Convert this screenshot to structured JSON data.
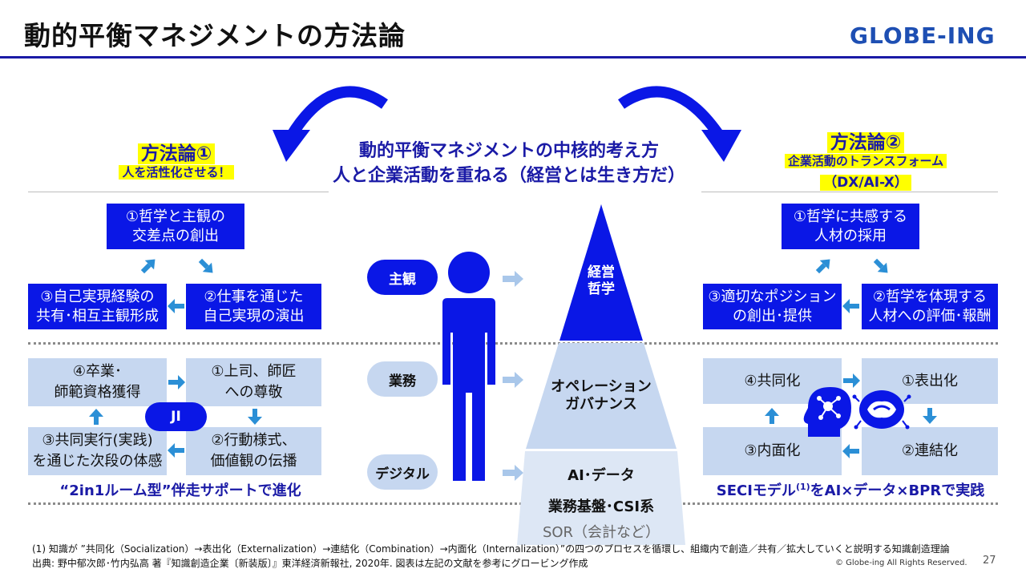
{
  "header": {
    "title": "動的平衡マネジメントの方法論",
    "logo": "GLOBE-ING"
  },
  "center": {
    "heading_line1": "動的平衡マネジメントの中核的考え方",
    "heading_line2": "人と企業活動を重ねる（経営とは生き方だ）",
    "levels": [
      "主観",
      "業務",
      "デジタル"
    ],
    "pyramid_top": [
      "経営",
      "哲学"
    ],
    "pyramid_mid": [
      "オペレーション",
      "ガバナンス"
    ],
    "pyramid_bottom": [
      "AI･データ",
      "業務基盤･CSI系",
      "SOR（会計など）"
    ]
  },
  "left": {
    "title": "方法論①",
    "subtitle": "人を活性化させる！",
    "top_boxes": [
      {
        "line1": "①哲学と主観の",
        "line2": "交差点の創出"
      },
      {
        "line1": "②仕事を通じた",
        "line2": "自己実現の演出"
      },
      {
        "line1": "③自己実現経験の",
        "line2": "共有･相互主観形成"
      }
    ],
    "bottom_boxes": [
      {
        "line1": "④卒業･",
        "line2": "師範資格獲得"
      },
      {
        "line1": "①上司、師匠",
        "line2": "への尊敬"
      },
      {
        "line1": "②行動様式、",
        "line2": "価値観の伝播"
      },
      {
        "line1": "③共同実行(実践)",
        "line2": "を通じた次段の体感"
      }
    ],
    "center_pill": "JI",
    "caption": "“2in1ルーム型”伴走サポートで進化"
  },
  "right": {
    "title": "方法論②",
    "subtitle_line1": "企業活動のトランスフォーム",
    "subtitle_line2": "（DX/AI-X）",
    "top_boxes": [
      {
        "line1": "①哲学に共感する",
        "line2": "人材の採用"
      },
      {
        "line1": "②哲学を体現する",
        "line2": "人材への評価･報酬"
      },
      {
        "line1": "③適切なポジション",
        "line2": "の創出･提供"
      }
    ],
    "bottom_boxes": [
      "④共同化",
      "①表出化",
      "②連結化",
      "③内面化"
    ],
    "caption_pre": "SECIモデル",
    "caption_sup": "(1)",
    "caption_post": "をAI×データ×BPRで実践"
  },
  "footer": {
    "note1": "(1) 知識が ”共同化（Socialization）→表出化（Externalization）→連結化（Combination）→内面化（Internalization）”の四つのプロセスを循環し、組織内で創造／共有／拡大していくと説明する知識創造理論",
    "note2": "出典: 野中郁次郎･竹内弘高 著『知識創造企業〔新装版〕』東洋経済新報社, 2020年. 図表は左記の文献を参考にグロービング作成",
    "copyright": "© Globe-ing All Rights Reserved.",
    "page": "27"
  },
  "colors": {
    "dark_blue": "#0a17e6",
    "light_blue": "#c6d7f0",
    "title_blue": "#1a1aa6",
    "highlight": "#ffff00"
  }
}
